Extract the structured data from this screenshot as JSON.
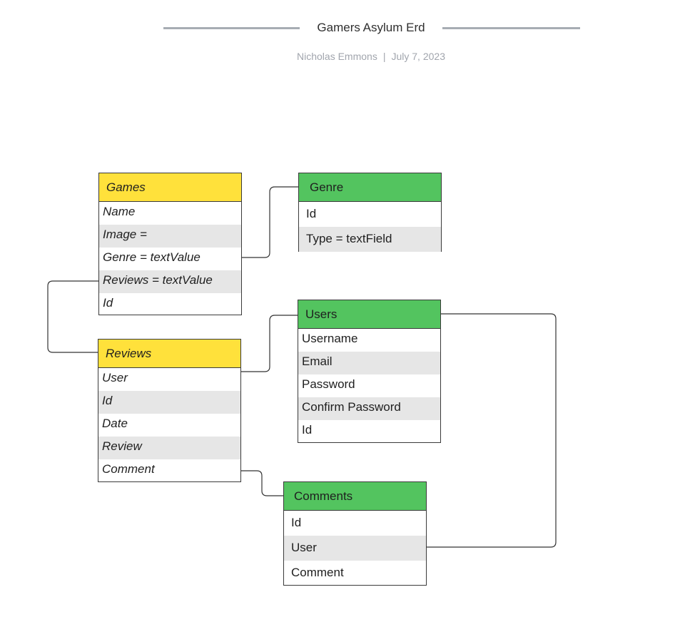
{
  "header": {
    "title": "Gamers Asylum Erd",
    "author": "Nicholas Emmons",
    "separator": "|",
    "date": "July 7, 2023"
  },
  "entities": {
    "games": {
      "title": "Games",
      "fields": [
        "Name",
        "Image =",
        "Genre = textValue",
        "Reviews = textValue",
        "Id"
      ]
    },
    "genre": {
      "title": "Genre",
      "fields": [
        "Id",
        "Type = textField"
      ]
    },
    "reviews": {
      "title": "Reviews",
      "fields": [
        "User",
        "Id",
        "Date",
        "Review",
        "Comment"
      ]
    },
    "users": {
      "title": "Users",
      "fields": [
        "Username",
        "Email",
        "Password",
        "Confirm Password",
        "Id"
      ]
    },
    "comments": {
      "title": "Comments",
      "fields": [
        "Id",
        "User",
        "Comment"
      ]
    }
  },
  "colors": {
    "yellow_header": "#ffe13b",
    "green_header": "#53c45f",
    "alt_row": "#e6e6e6",
    "border": "#3a3a3a",
    "connector": "#333333",
    "title_line": "#a7adb3",
    "meta_text": "#a1a5ad"
  }
}
